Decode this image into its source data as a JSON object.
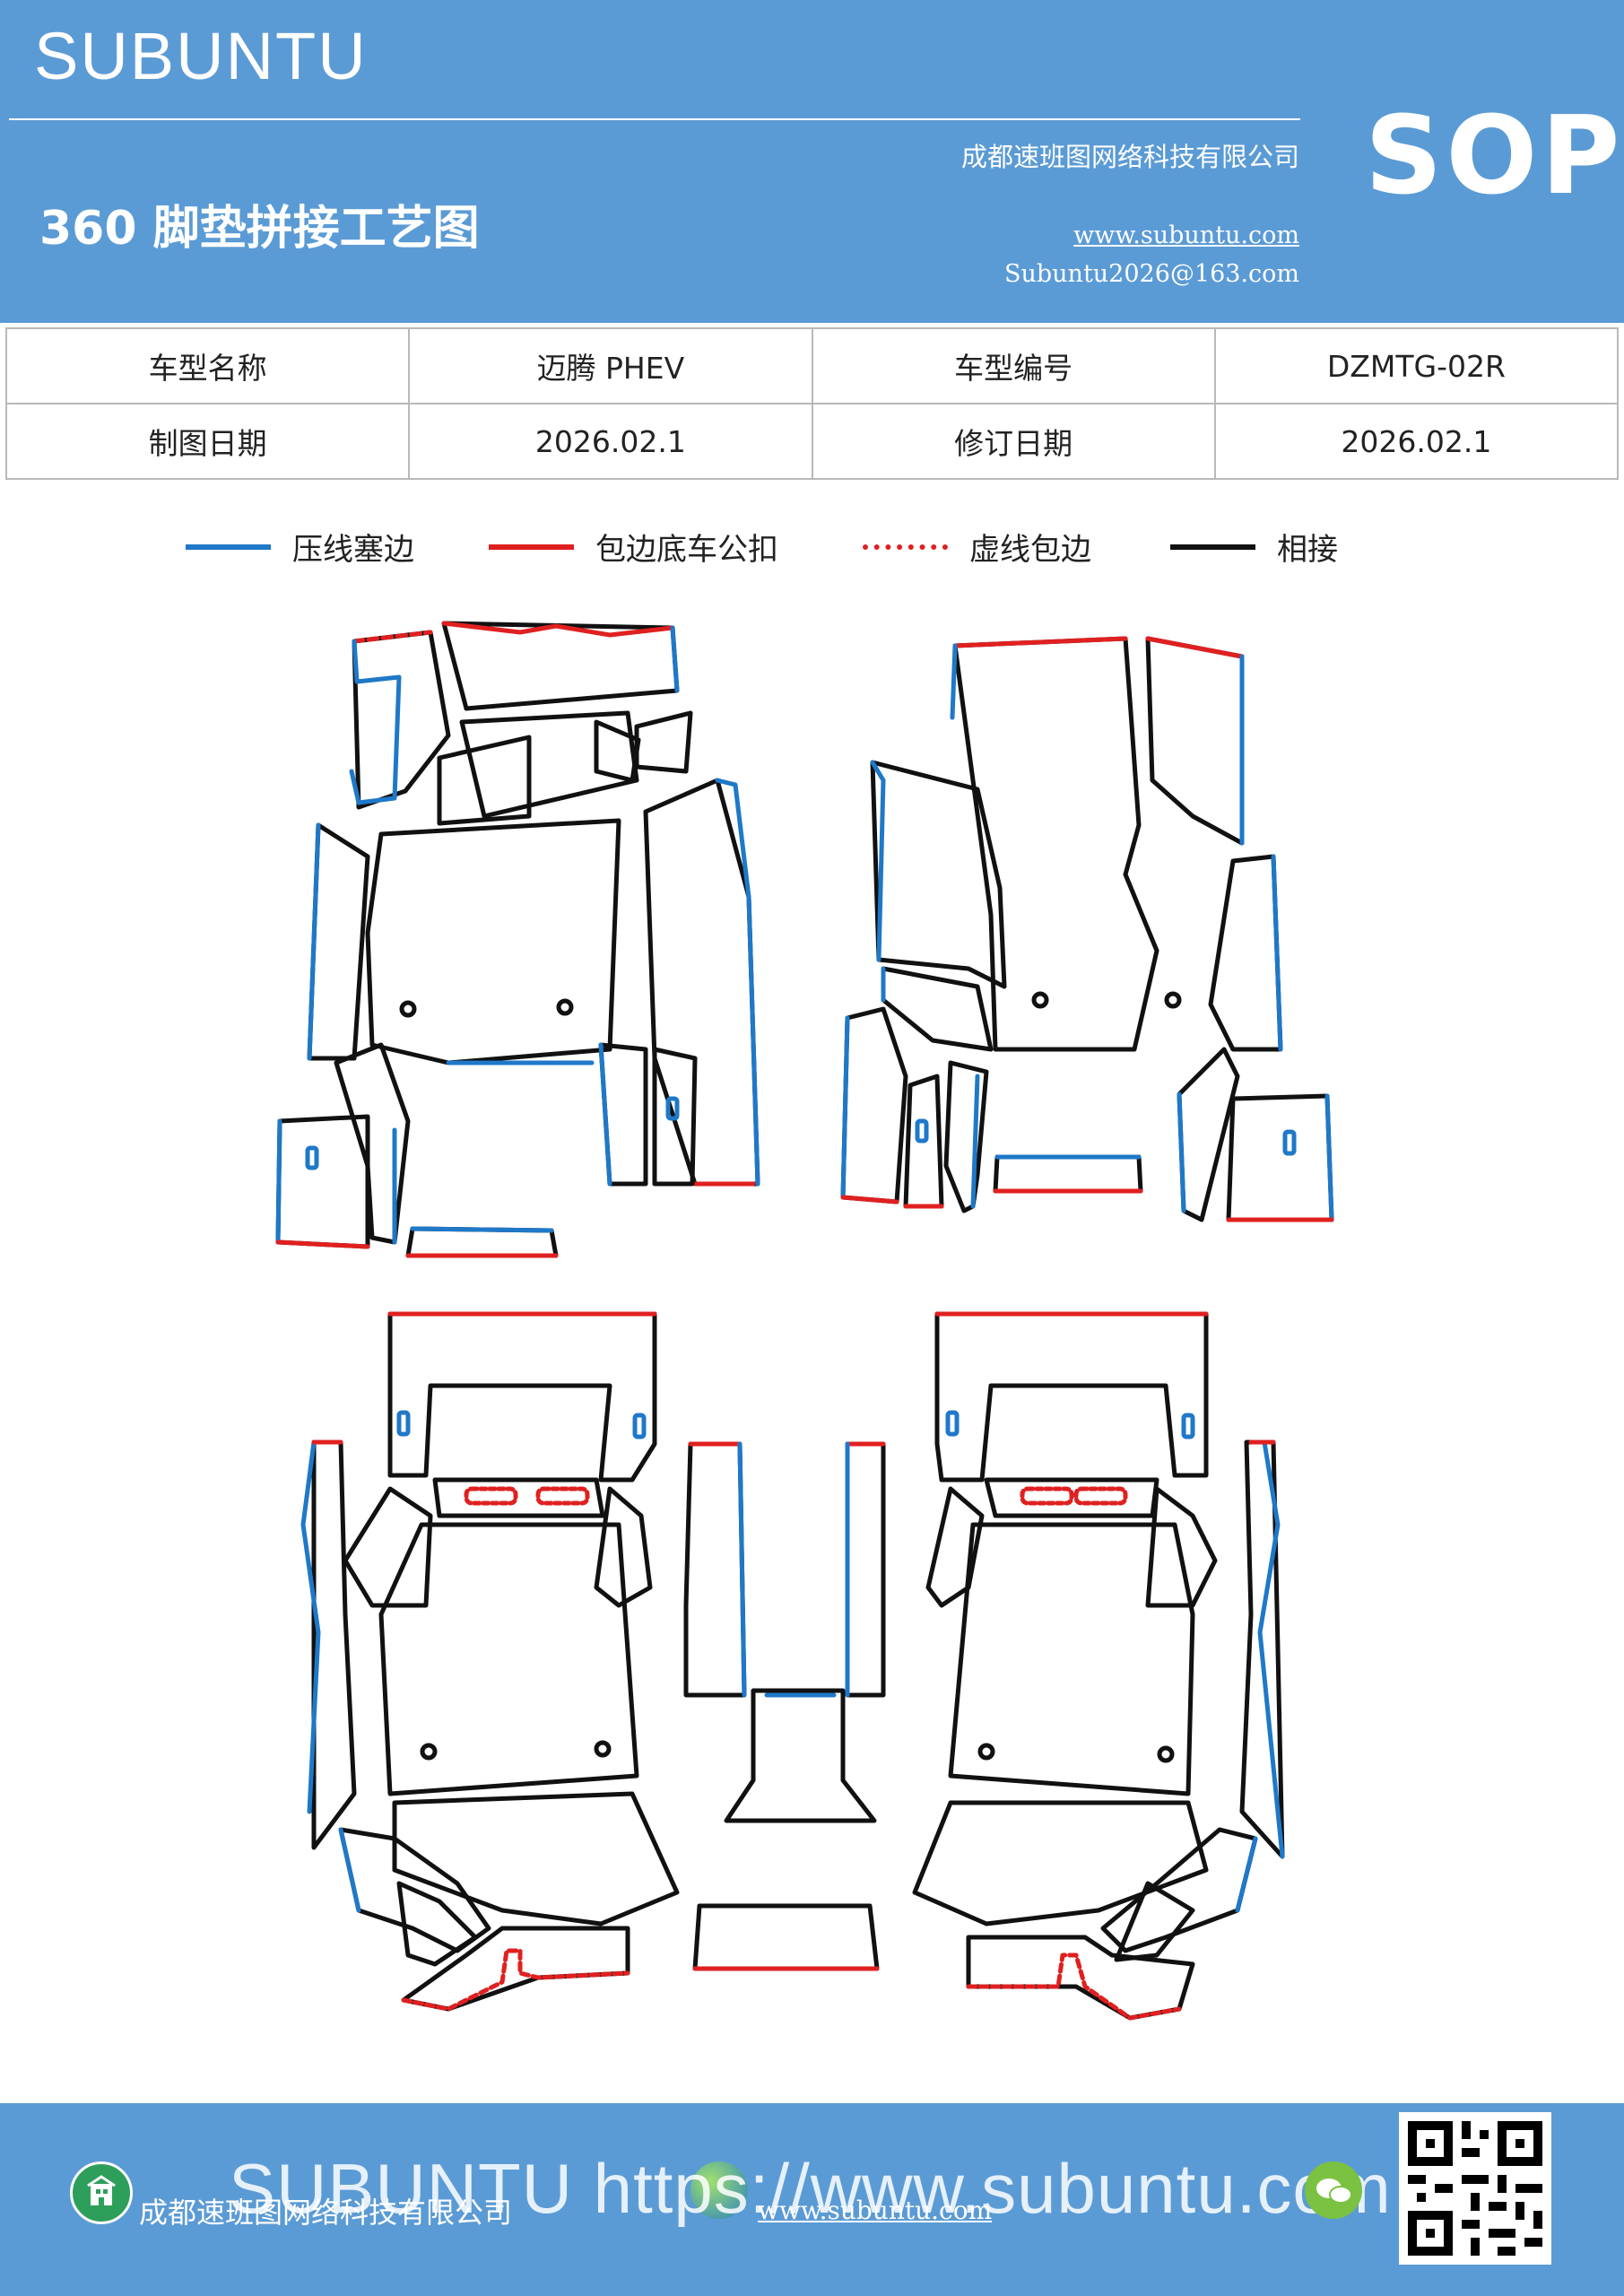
{
  "header": {
    "brand": "SUBUNTU",
    "title": "360 脚垫拼接工艺图",
    "company": "成都速班图网络科技有限公司",
    "url": "www.subuntu.com",
    "email": "Subuntu2026@163.com",
    "badge": "SOP"
  },
  "info": {
    "model_name_label": "车型名称",
    "model_name": "迈腾  PHEV",
    "model_code_label": "车型编号",
    "model_code": "DZMTG-02R",
    "draw_date_label": "制图日期",
    "draw_date": "2026.02.1",
    "revise_date_label": "修订日期",
    "revise_date": "2026.02.1"
  },
  "legend": [
    {
      "label": "压线塞边",
      "color": "#1f78c8",
      "style": "solid"
    },
    {
      "label": "包边底车公扣",
      "color": "#e02020",
      "style": "solid"
    },
    {
      "label": "虚线包边",
      "color": "#e02020",
      "style": "dotted"
    },
    {
      "label": "相接",
      "color": "#111111",
      "style": "solid"
    }
  ],
  "footer": {
    "company": "成都速班图网络科技有限公司",
    "url": "www.subuntu.com",
    "watermark": "SUBUNTU https://www.subuntu.com"
  },
  "colors": {
    "header_bg": "#5b9bd5",
    "blue_line": "#1f78c8",
    "red_line": "#e02020",
    "black_line": "#111111"
  },
  "icons": [
    "building-icon",
    "globe-icon",
    "wechat-icon",
    "qr-code-icon"
  ]
}
